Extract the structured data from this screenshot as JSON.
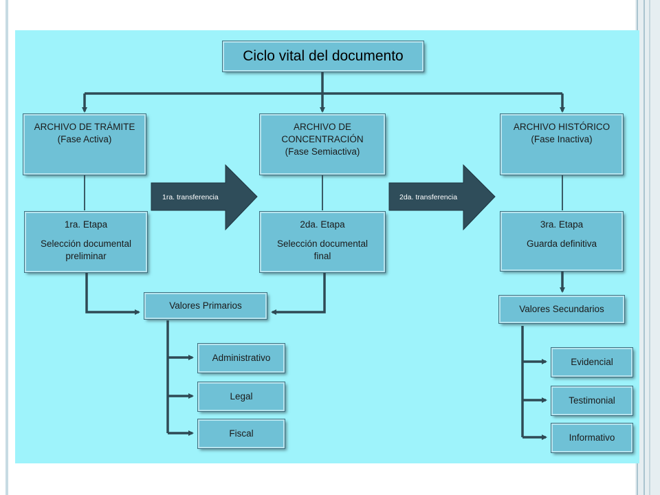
{
  "title": "Ciclo vital del documento",
  "phases": [
    {
      "name": "ARCHIVO DE TRÁMITE",
      "subtitle": "(Fase Activa)"
    },
    {
      "name": "ARCHIVO DE CONCENTRACIÓN",
      "subtitle": "(Fase Semiactiva)"
    },
    {
      "name": "ARCHIVO HISTÓRICO",
      "subtitle": "(Fase Inactiva)"
    }
  ],
  "stages": [
    {
      "name": "1ra. Etapa",
      "description": "Selección documental preliminar"
    },
    {
      "name": "2da. Etapa",
      "description": "Selección documental final"
    },
    {
      "name": "3ra. Etapa",
      "description": "Guarda definitiva"
    }
  ],
  "transfers": [
    "1ra. transferencia",
    "2da. transferencia"
  ],
  "primary_values": {
    "label": "Valores Primarios",
    "items": [
      "Administrativo",
      "Legal",
      "Fiscal"
    ]
  },
  "secondary_values": {
    "label": "Valores Secundarios",
    "items": [
      "Evidencial",
      "Testimonial",
      "Informativo"
    ]
  },
  "colors": {
    "background": "#9ef3fb",
    "box_fill": "#6fc1d6",
    "connector": "#2f4a55",
    "transfer_arrow": "#2f4d5a"
  }
}
